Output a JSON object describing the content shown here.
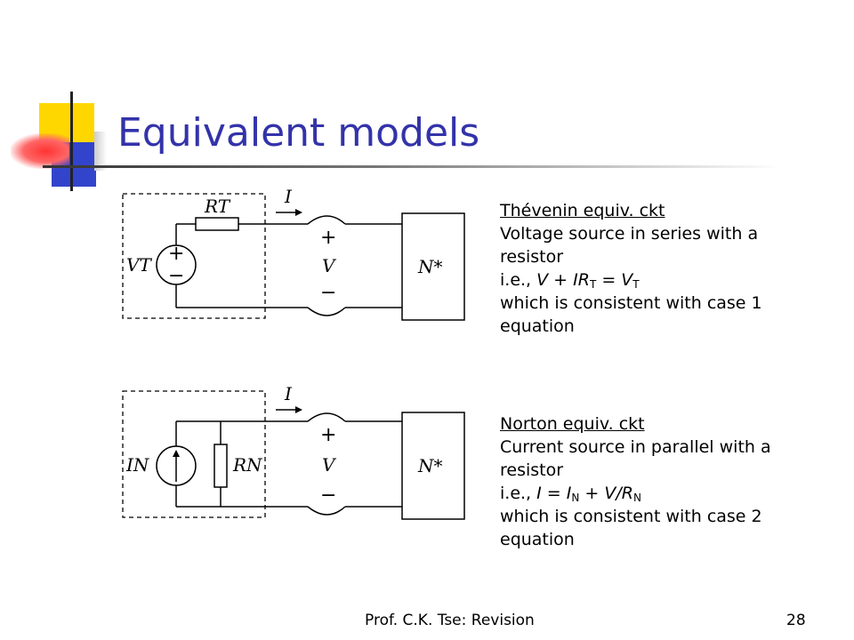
{
  "slide": {
    "title": "Equivalent models",
    "footer_author": "Prof. C.K. Tse: Revision",
    "page_number": "28",
    "colors": {
      "title": "#3333aa",
      "yellow": "#ffd700",
      "blue": "#3344cc",
      "red": "#ff4444"
    }
  },
  "thevenin": {
    "heading": "Thévenin equiv. ckt",
    "line1": "Voltage source in series with a resistor",
    "eq_prefix": "i.e., ",
    "eq_v": "V",
    "eq_plus": " + ",
    "eq_ir": "IR",
    "eq_sub_t": "T",
    "eq_equals": " = ",
    "eq_vt": "V",
    "eq_sub_t2": "T",
    "line3": "which is consistent with case 1 equation",
    "circuit": {
      "resistor_label": "RT",
      "source_label": "VT",
      "current_label": "I",
      "voltage_label": "V",
      "plus": "+",
      "minus": "−",
      "source_plus": "+",
      "source_minus": "−",
      "network_label": "N*"
    }
  },
  "norton": {
    "heading": "Norton equiv. ckt",
    "line1": "Current source in parallel with a resistor",
    "eq_prefix": "i.e., ",
    "eq_i": "I",
    "eq_equals": " = ",
    "eq_in": "I",
    "eq_sub_n": "N",
    "eq_plus": " + ",
    "eq_vr": "V/R",
    "eq_sub_n2": "N",
    "line3": "which is consistent with case 2 equation",
    "circuit": {
      "resistor_label": "RN",
      "source_label": "IN",
      "current_label": "I",
      "voltage_label": "V",
      "plus": "+",
      "minus": "−",
      "network_label": "N*"
    }
  }
}
